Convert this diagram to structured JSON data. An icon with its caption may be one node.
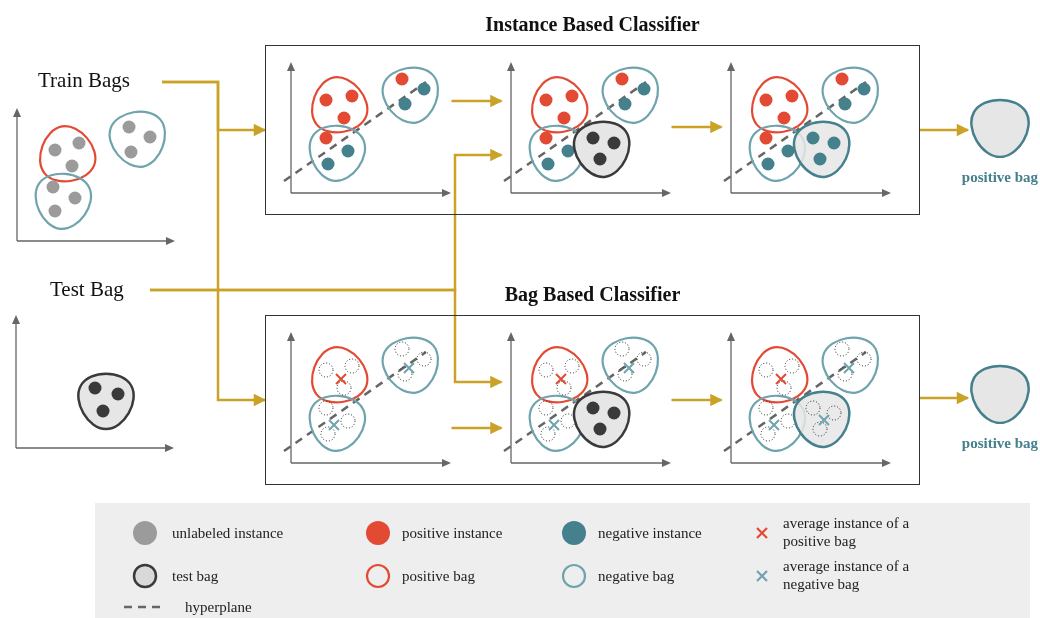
{
  "diagram": {
    "nodes": [
      {
        "text": [
          "Train Bags"
        ]
      },
      {
        "text": [
          "Test Bag"
        ]
      },
      {
        "text": [
          "Instance Based Classifier"
        ]
      },
      {
        "text": [],
        "shape": "picture",
        "in": 2
      },
      {
        "text": [],
        "shape": "picture",
        "in": 2
      },
      {
        "text": [],
        "shape": "picture",
        "in": 2
      },
      {
        "text": [],
        "shape": "circle",
        "beside": [
          "positive bag"
        ]
      },
      {
        "text": [
          "Bag Based Classifier"
        ]
      },
      {
        "text": [],
        "shape": "picture",
        "in": 7
      },
      {
        "text": [],
        "shape": "picture",
        "in": 7
      },
      {
        "text": [],
        "shape": "picture",
        "in": 7
      },
      {
        "text": [],
        "shape": "circle",
        "beside": [
          "positive bag"
        ]
      }
    ],
    "edges": [
      {
        "from": 0,
        "to": 2,
        "arrow": "to"
      },
      {
        "from": 0,
        "to": 7,
        "arrow": "to"
      },
      {
        "from": 1,
        "to": 4,
        "arrow": "to"
      },
      {
        "from": 1,
        "to": 9,
        "arrow": "to"
      },
      {
        "from": 3,
        "to": 4,
        "arrow": "to"
      },
      {
        "from": 4,
        "to": 5,
        "arrow": "to"
      },
      {
        "from": 2,
        "to": 6,
        "arrow": "to"
      },
      {
        "from": 8,
        "to": 9,
        "arrow": "to"
      },
      {
        "from": 9,
        "to": 10,
        "arrow": "to"
      },
      {
        "from": 7,
        "to": 11,
        "arrow": "to"
      }
    ],
    "legend": [
      {
        "text": "unlabeled instance",
        "color": "#9b9b9b"
      },
      {
        "text": "positive instance",
        "color": "#e34a33"
      },
      {
        "text": "negative instance",
        "color": "#45808d"
      },
      {
        "text": "average instance of a positive bag"
      },
      {
        "text": "test bag"
      },
      {
        "text": "positive bag"
      },
      {
        "text": "negative bag"
      },
      {
        "text": "average instance of a negative bag"
      },
      {
        "text": "hyperplane"
      }
    ]
  }
}
